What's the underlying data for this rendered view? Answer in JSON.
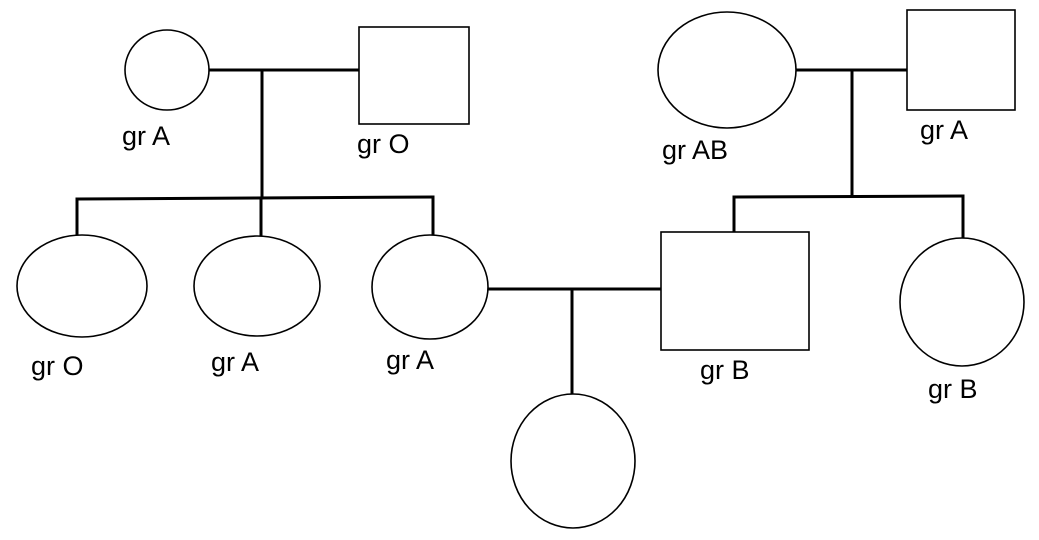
{
  "pedigree": {
    "grandmother_left": {
      "label": "gr A"
    },
    "grandfather_left": {
      "label": "gr O"
    },
    "grandmother_right": {
      "label": "gr AB"
    },
    "grandfather_right": {
      "label": "gr A"
    },
    "aunt_1": {
      "label": "gr O"
    },
    "aunt_2": {
      "label": "gr A"
    },
    "mother": {
      "label": "gr A"
    },
    "father": {
      "label": "gr B"
    },
    "aunt_right": {
      "label": "gr B"
    },
    "child": {
      "label": ""
    }
  },
  "colors": {
    "stroke": "#000000",
    "background": "#ffffff"
  }
}
